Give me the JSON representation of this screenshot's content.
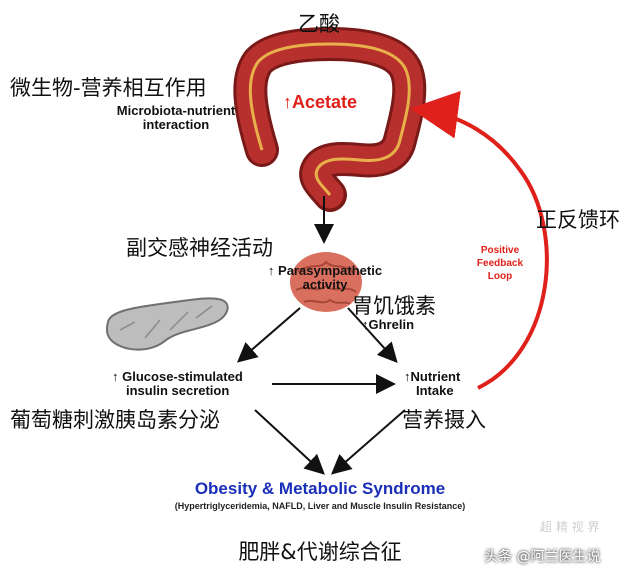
{
  "labels": {
    "acetate_zh": "乙酸",
    "microbiota_zh": "微生物-营养相互作用",
    "microbiota_en_line1": "Microbiota-nutrient",
    "microbiota_en_line2": "interaction",
    "acetate_en": "Acetate",
    "up_arrow": "↑",
    "feedback_zh": "正反馈环",
    "feedback_en_line1": "Positive",
    "feedback_en_line2": "Feedback",
    "feedback_en_line3": "Loop",
    "parasympathetic_zh": "副交感神经活动",
    "parasympathetic_en_line1": "Parasympathetic",
    "parasympathetic_en_line2": "activity",
    "ghrelin_zh": "胃饥饿素",
    "ghrelin_en": "Ghrelin",
    "glucose_en_line1": "Glucose-stimulated",
    "glucose_en_line2": "insulin secretion",
    "nutrient_en_line1": "Nutrient",
    "nutrient_en_line2": "Intake",
    "glucose_zh": "葡萄糖刺激胰岛素分泌",
    "nutrient_zh": "营养摄入",
    "obesity_en": "Obesity & Metabolic Syndrome",
    "obesity_sub_en": "(Hypertriglyceridemia, NAFLD, Liver and Muscle Insulin Resistance)",
    "obesity_zh": "肥胖&代谢综合征",
    "watermark_faded": "超 精 视 界",
    "watermark": "头条 @阿兰医生说"
  },
  "colors": {
    "colon": "#b8302e",
    "colon_dark": "#7a1a18",
    "colon_inner": "#e7b04a",
    "feedback_red": "#e0201a",
    "obesity_blue": "#1a2fb8",
    "brain": "#d9705f",
    "pancreas": "#bdbdbd"
  },
  "icons": [
    "colon-icon",
    "brain-icon",
    "pancreas-icon"
  ]
}
